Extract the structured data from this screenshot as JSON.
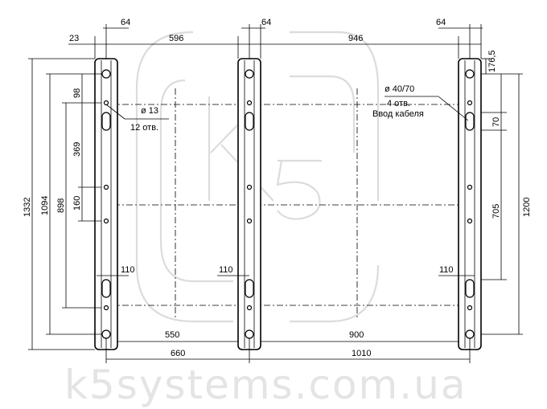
{
  "dimensions": {
    "top_width": "64",
    "top_offset": "23",
    "top_span_1": "596",
    "top_span_2": "946",
    "height_total": "1332",
    "height_1094": "1094",
    "height_898": "898",
    "seg_98": "98",
    "seg_369": "369",
    "seg_160": "160",
    "seg_110": "110",
    "seg_176": "176,5",
    "seg_70": "70",
    "seg_705": "705",
    "seg_1200": "1200",
    "bottom_550": "550",
    "bottom_900": "900",
    "bottom_660": "660",
    "bottom_1010": "1010"
  },
  "notes": {
    "hole_small": "ø 13",
    "hole_small_count": "12 отв.",
    "hole_large": "ø 40/70",
    "hole_large_count": "4 отв.",
    "hole_large_purpose": "Ввод кабеля"
  },
  "watermark": {
    "url": "k5systems.com.ua",
    "logo_text": "K5"
  }
}
